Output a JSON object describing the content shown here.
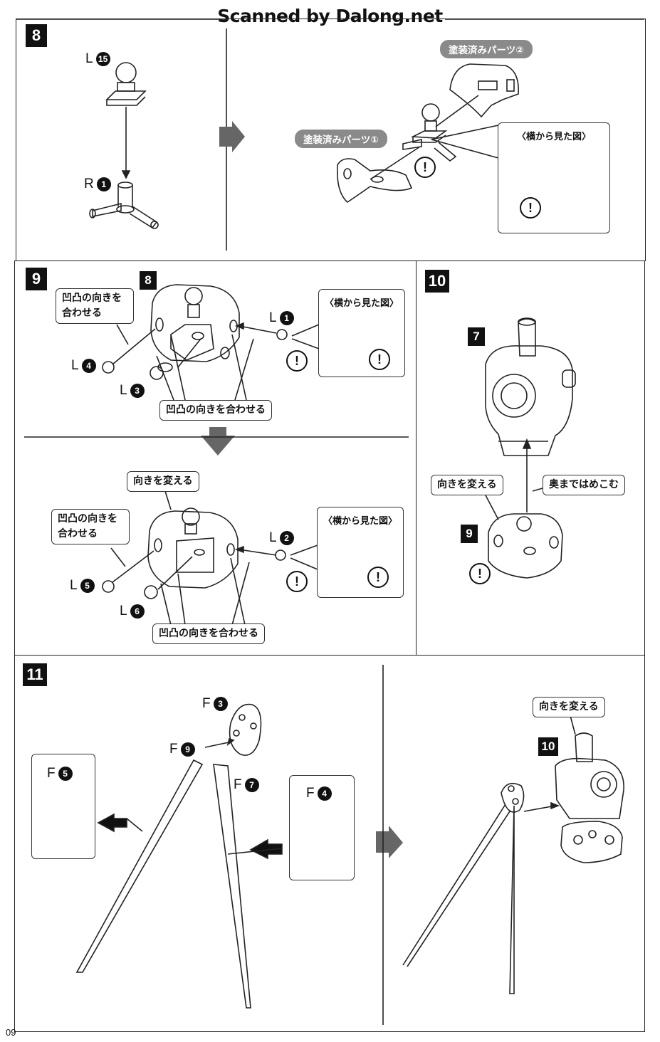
{
  "watermark": "Scanned by Dalong.net",
  "page_number": "09",
  "step8": {
    "number": "8",
    "parts": [
      {
        "prefix": "L",
        "num": "15"
      },
      {
        "prefix": "R",
        "num": "1"
      }
    ],
    "painted1": "塗装済みパーツ①",
    "painted2": "塗装済みパーツ②",
    "side_view": "〈横から見た図〉",
    "warn": "!"
  },
  "step9": {
    "number": "9",
    "ref": "8",
    "align_top": "凹凸の向きを合わせる",
    "align_bottom_label": "凹凸の向きを合わせる",
    "side_view": "〈横から見た図〉",
    "parts_top": [
      {
        "prefix": "L",
        "num": "1"
      },
      {
        "prefix": "L",
        "num": "4"
      },
      {
        "prefix": "L",
        "num": "3"
      }
    ],
    "change_dir": "向きを変える",
    "align_top2": "凹凸の向きを合わせる",
    "align_bottom2": "凹凸の向きを合わせる",
    "side_view2": "〈横から見た図〉",
    "parts_bottom": [
      {
        "prefix": "L",
        "num": "2"
      },
      {
        "prefix": "L",
        "num": "5"
      },
      {
        "prefix": "L",
        "num": "6"
      }
    ],
    "warn": "!"
  },
  "step10": {
    "number": "10",
    "ref_top": "7",
    "ref_bottom": "9",
    "change_dir": "向きを変える",
    "push_in": "奥まではめこむ",
    "warn": "!"
  },
  "step11": {
    "number": "11",
    "parts": [
      {
        "prefix": "F",
        "num": "3"
      },
      {
        "prefix": "F",
        "num": "9"
      },
      {
        "prefix": "F",
        "num": "7"
      },
      {
        "prefix": "F",
        "num": "5"
      },
      {
        "prefix": "F",
        "num": "4"
      }
    ],
    "ref": "10",
    "change_dir": "向きを変える"
  }
}
